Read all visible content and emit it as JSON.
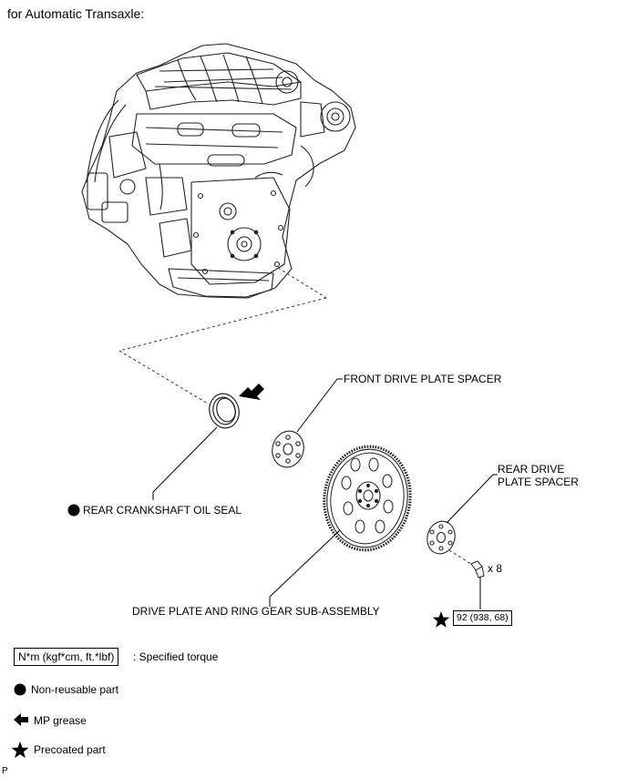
{
  "title": "for Automatic Transaxle:",
  "parts": {
    "front_spacer": "FRONT DRIVE PLATE SPACER",
    "rear_spacer_line1": "REAR DRIVE",
    "rear_spacer_line2": "PLATE SPACER",
    "oil_seal": "REAR CRANKSHAFT OIL SEAL",
    "drive_plate": "DRIVE PLATE AND RING GEAR SUB-ASSEMBLY",
    "bolt_qty": "x 8"
  },
  "torque": {
    "value": "92 (938, 68)"
  },
  "legend": {
    "torque_box": "N*m (kgf*cm, ft.*lbf)",
    "torque_desc": ": Specified torque",
    "non_reusable": "Non-reusable part",
    "mp_grease": "MP grease",
    "precoated": "Precoated part"
  },
  "corner_mark": "P"
}
